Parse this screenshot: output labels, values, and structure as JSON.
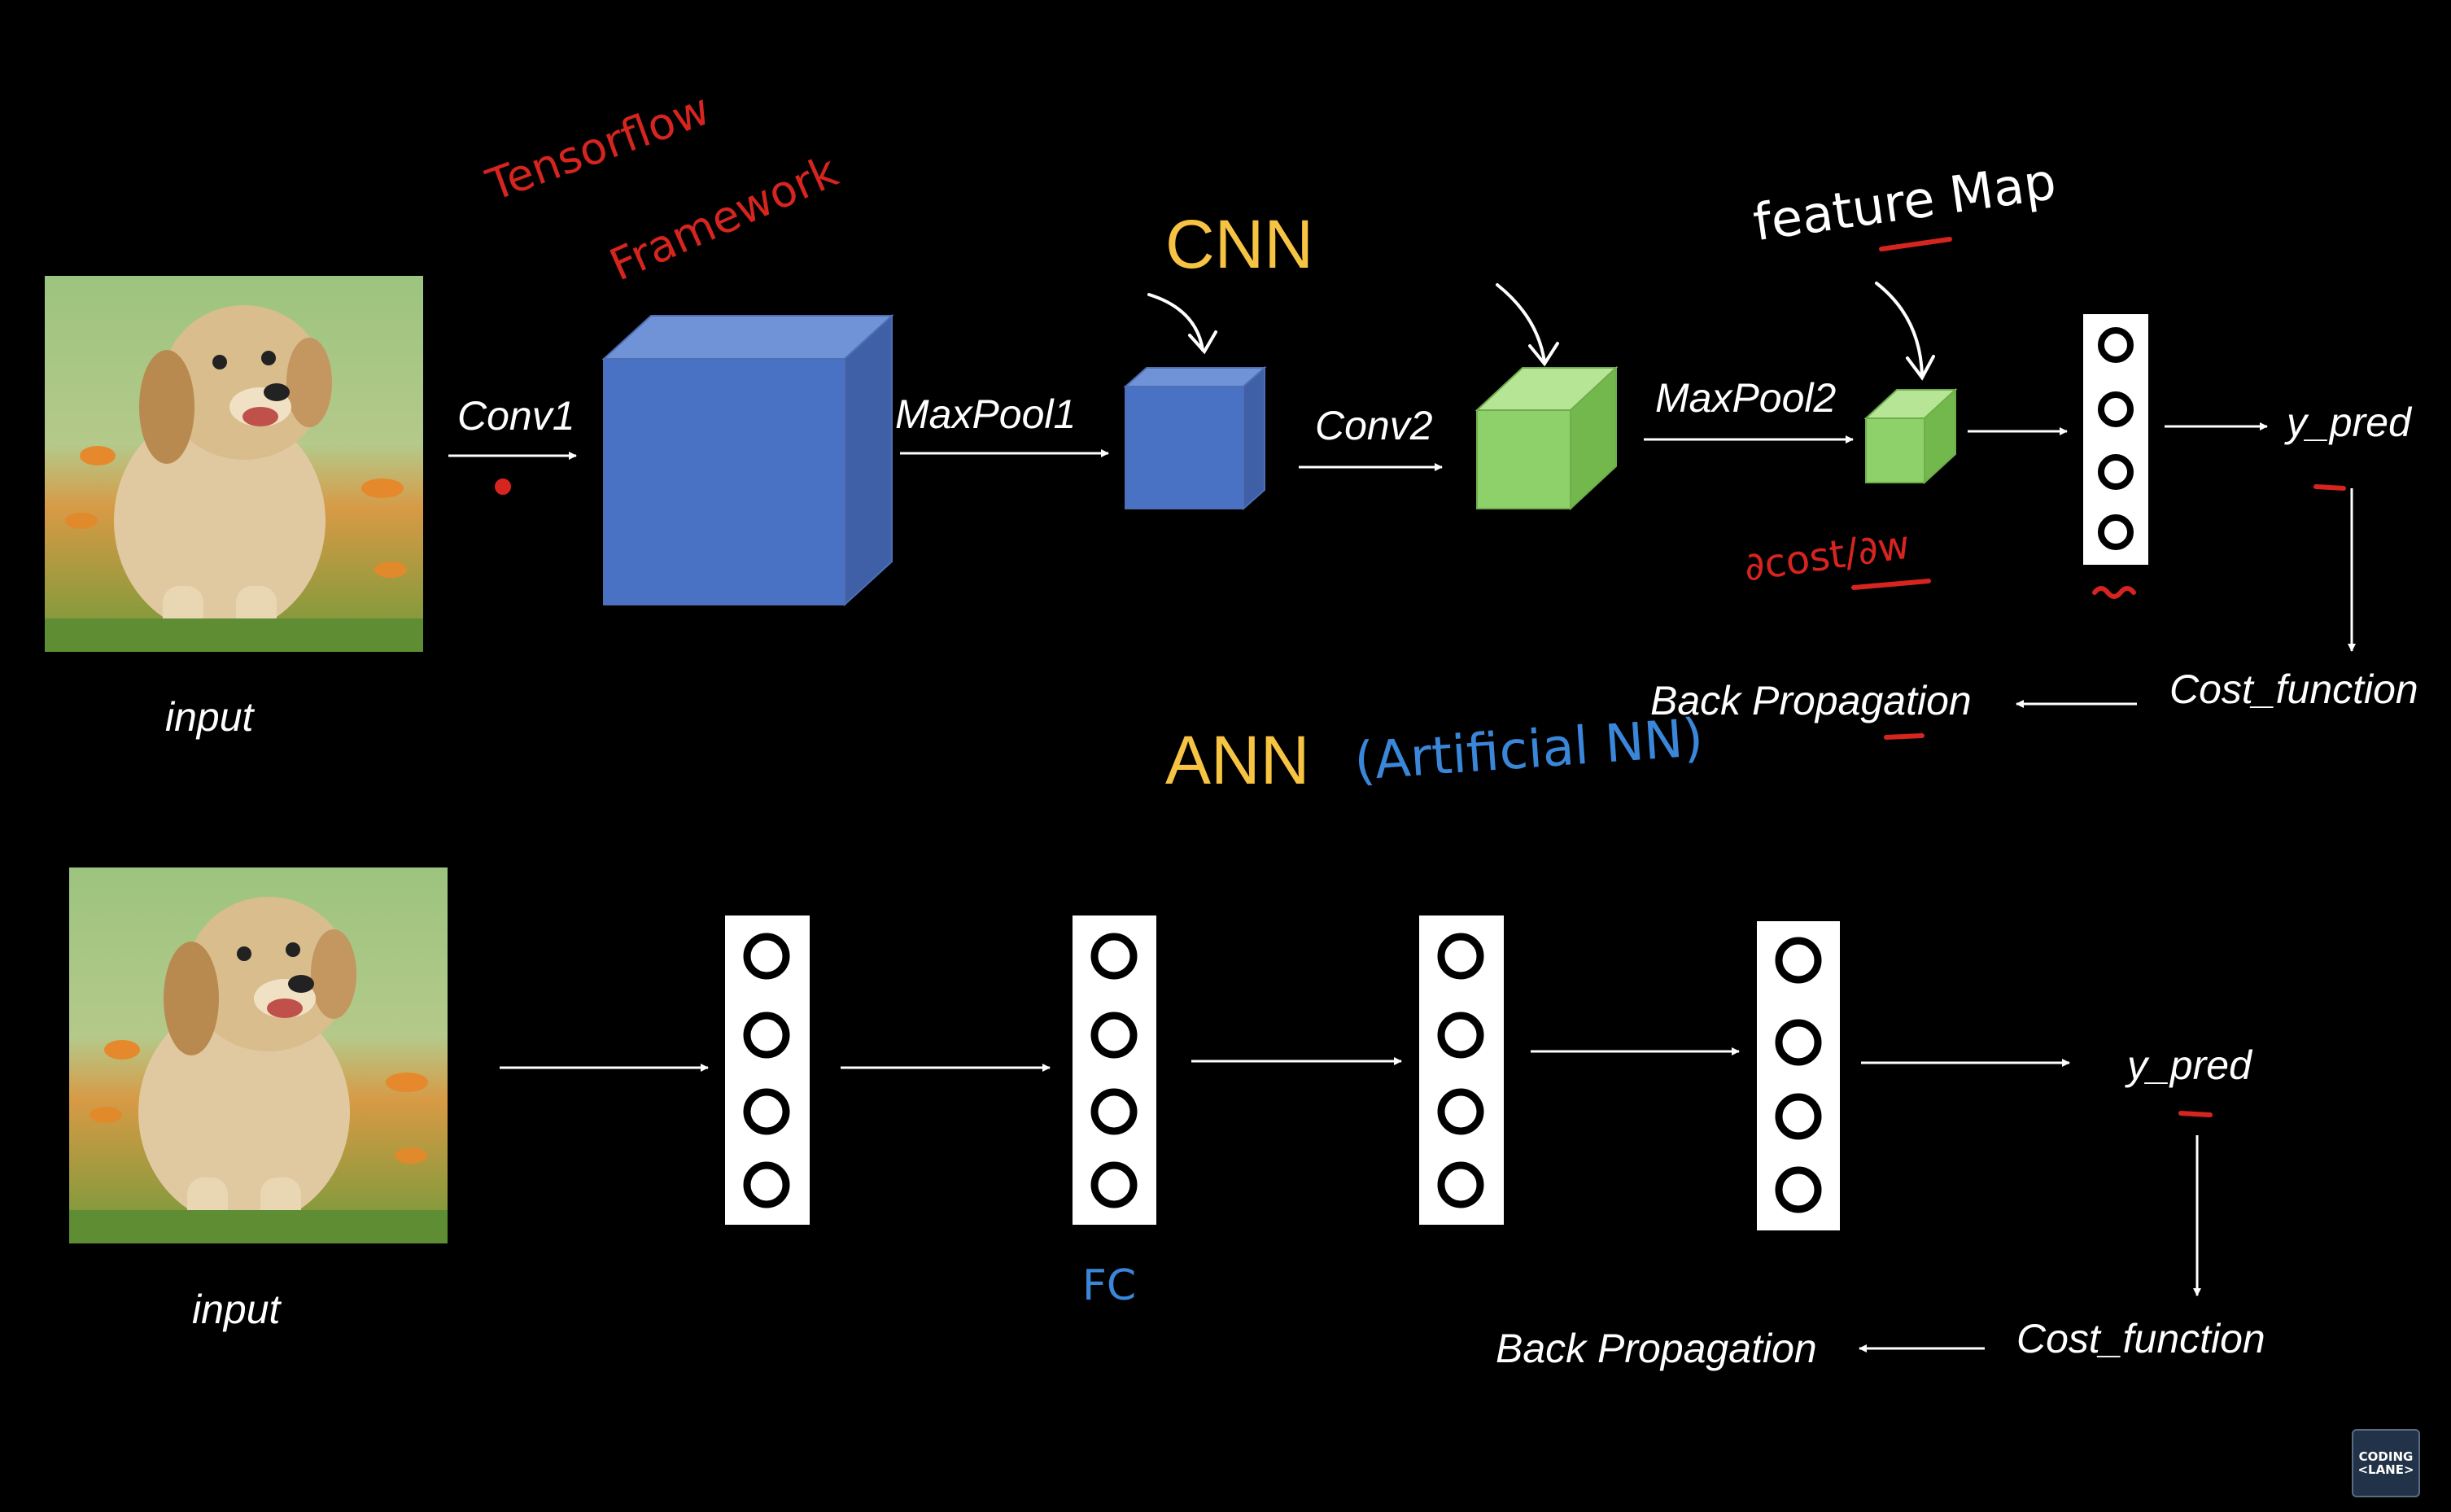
{
  "cnn": {
    "title": "CNN",
    "input_label": "input",
    "conv1_label": "Conv1",
    "maxpool1_label": "MaxPool1",
    "conv2_label": "Conv2",
    "maxpool2_label": "MaxPool2",
    "output_label": "y_pred",
    "cost_label": "Cost_function",
    "backprop_label": "Back Propagation"
  },
  "ann": {
    "title": "ANN",
    "input_label": "input",
    "output_label": "y_pred",
    "cost_label": "Cost_function",
    "backprop_label": "Back Propagation"
  },
  "annotations": {
    "tensorflow": "Tensorflow",
    "framework": "Framework",
    "feature_map": "feature Map",
    "gradient": "∂cost/∂w",
    "artificial_nn": "(Artificial NN)",
    "fc": "FC"
  },
  "logo": {
    "line1": "CODING",
    "line2": "<LANE>"
  },
  "colors": {
    "background": "#000000",
    "cnn_blue_cube": "#4a72c4",
    "cnn_green_cube": "#8ed06a",
    "title_yellow": "#f6c343",
    "annotation_red": "#d6241f",
    "annotation_blue": "#3a86d8"
  },
  "icons": [
    "puppy-photo",
    "cube",
    "neuron-column",
    "arrow"
  ]
}
